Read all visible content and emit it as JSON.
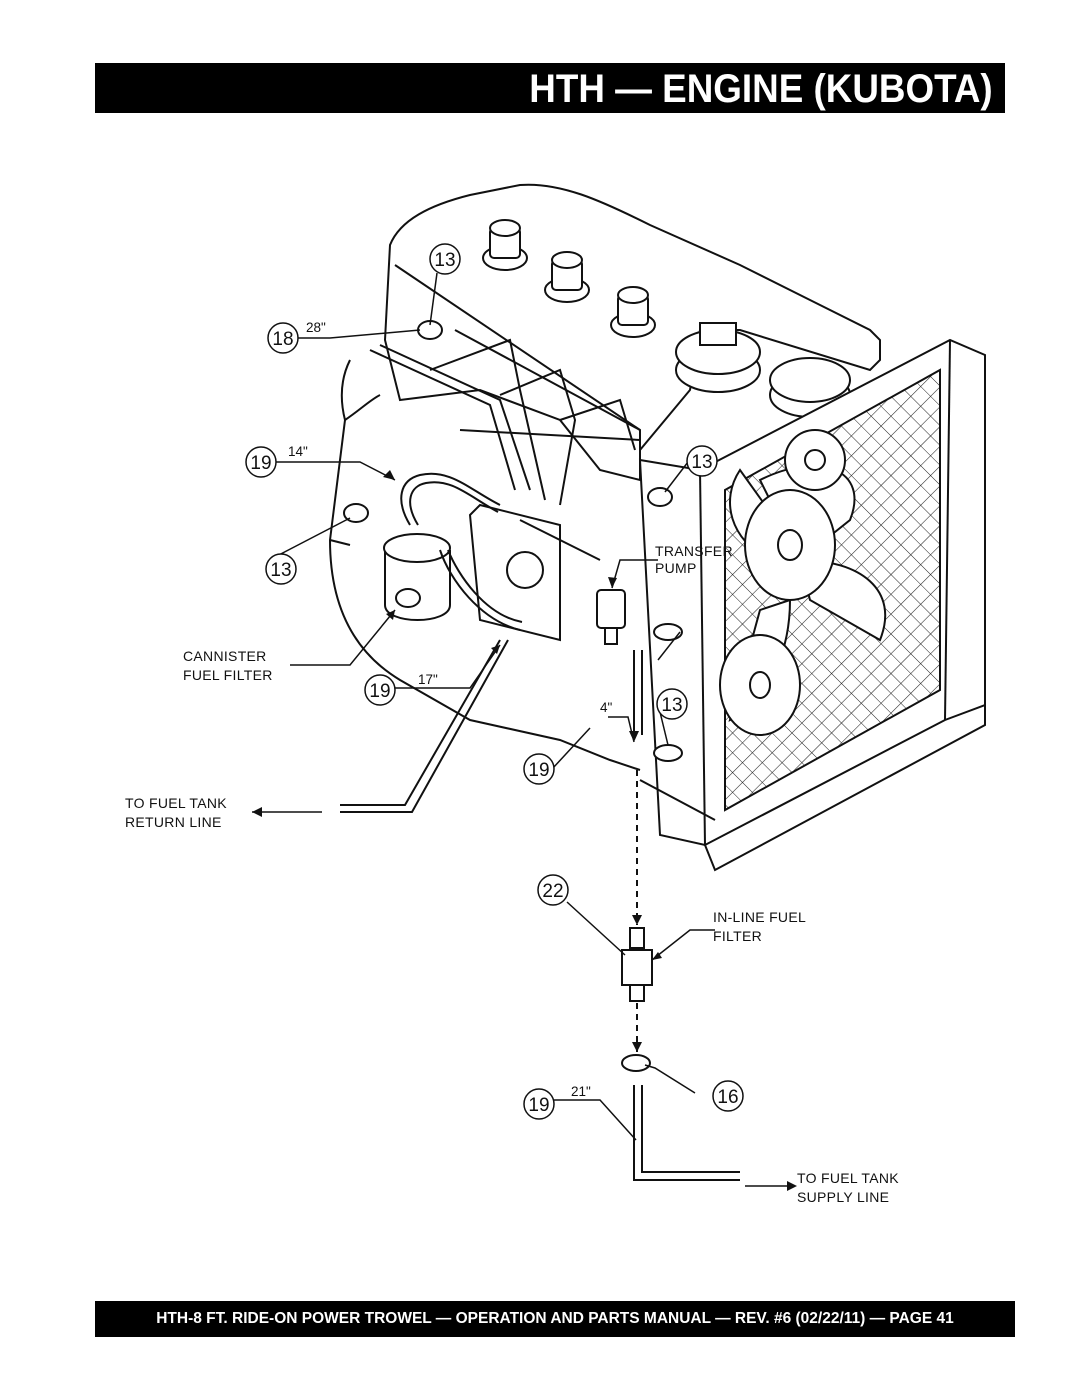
{
  "header": {
    "title": "HTH — ENGINE (KUBOTA)"
  },
  "footer": {
    "text": "HTH-8 FT.  RIDE-ON POWER TROWEL — OPERATION AND PARTS MANUAL — REV. #6 (02/22/11) — PAGE 41"
  },
  "callouts": {
    "c13a": "13",
    "c18": "18",
    "c19a": "19",
    "c13b": "13",
    "c13c": "13",
    "c19b": "19",
    "c13d": "13",
    "c19c": "19",
    "c22": "22",
    "c16": "16",
    "c19d": "19"
  },
  "lengths": {
    "l28": "28\"",
    "l14": "14\"",
    "l17": "17\"",
    "l4": "4\"",
    "l21": "21\""
  },
  "labels": {
    "transfer_pump": [
      "TRANSFER",
      "PUMP"
    ],
    "cannister": [
      "CANNISTER",
      "FUEL FILTER"
    ],
    "return_line": [
      "TO FUEL TANK",
      "RETURN LINE"
    ],
    "inline_filter": [
      "IN-LINE FUEL",
      "FILTER"
    ],
    "supply_line": [
      "TO FUEL TANK",
      "SUPPLY LINE"
    ]
  }
}
